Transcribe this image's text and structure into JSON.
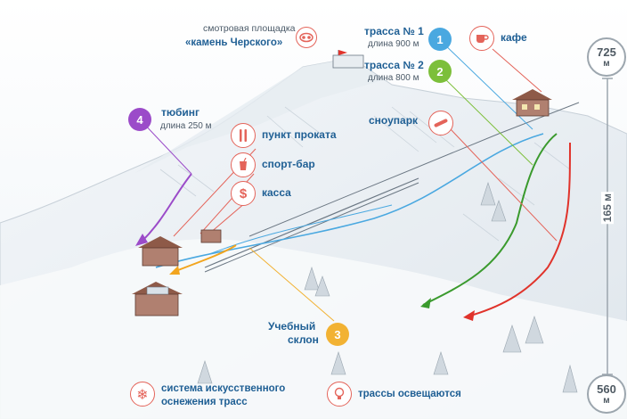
{
  "lookout": {
    "line1": "смотровая площадка",
    "line2": "«камень Черского»"
  },
  "trails": [
    {
      "label": "трасса № 1",
      "length": "длина 900 м",
      "num": "1",
      "color": "#4aa8e0"
    },
    {
      "label": "трасса № 2",
      "length": "длина 800 м",
      "num": "2",
      "color": "#7cbf3a"
    },
    {
      "label": "Учебный склон",
      "num": "3",
      "color": "#f2b233"
    },
    {
      "label": "тюбинг",
      "length": "длина 250 м",
      "num": "4",
      "color": "#9b4bc9"
    }
  ],
  "cafe": "кафе",
  "snowpark": "сноупарк",
  "rental": "пункт проката",
  "sportbar": "спорт-бар",
  "cashier": "касса",
  "uchebny_l1": "Учебный",
  "uchebny_l2": "склон",
  "elevation": {
    "top": "725",
    "bottom": "560",
    "unit": "м",
    "drop": "165 м"
  },
  "legend": {
    "snowmaking": {
      "line1": "система искусственного",
      "line2": "оснежения трасс"
    },
    "lights": "трассы освещаются"
  },
  "colors": {
    "label": "#1f5f94",
    "icon": "#e4645a",
    "red_run": "#e0332b",
    "green_run": "#3a9a2d"
  }
}
